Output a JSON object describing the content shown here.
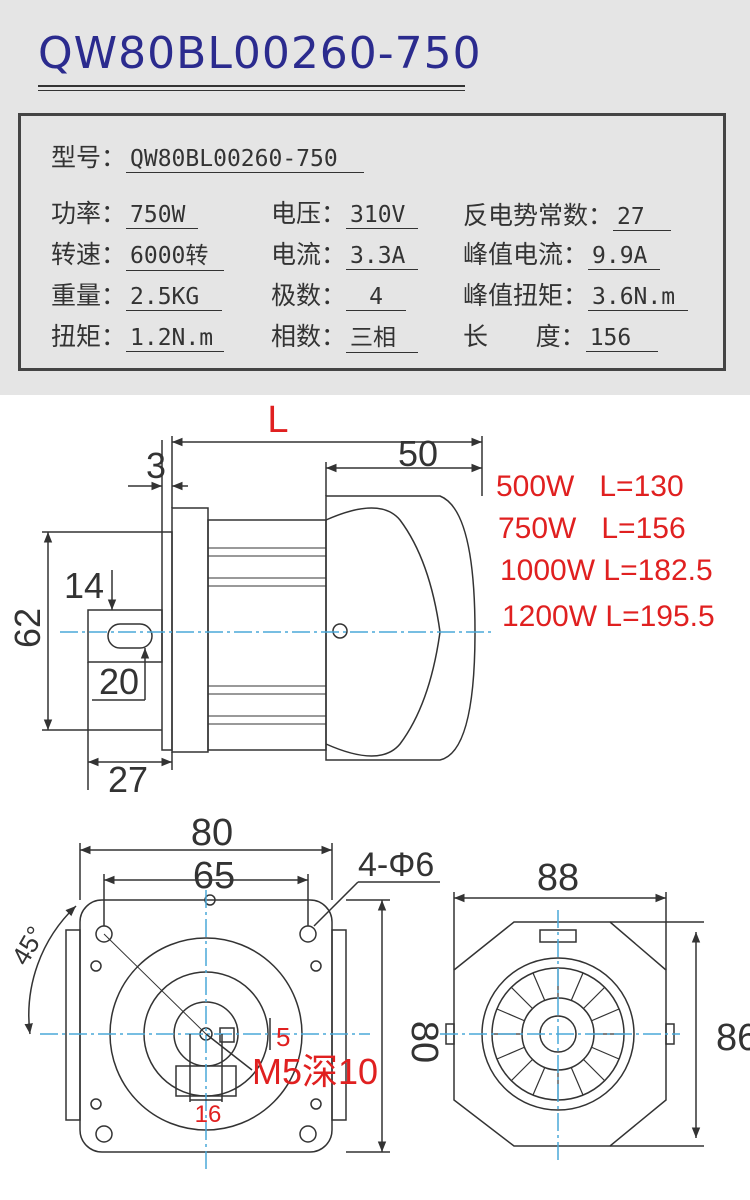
{
  "title": "QW80BL00260-750",
  "specs": {
    "model": {
      "label": "型号：",
      "value": "QW80BL00260-750"
    },
    "power": {
      "label": "功率：",
      "value": "750W"
    },
    "speed": {
      "label": "转速：",
      "value": "6000转"
    },
    "weight": {
      "label": "重量：",
      "value": "2.5KG"
    },
    "torque": {
      "label": "扭矩：",
      "value": "1.2N.m"
    },
    "voltage": {
      "label": "电压：",
      "value": "310V"
    },
    "current": {
      "label": "电流：",
      "value": "3.3A"
    },
    "poles": {
      "label": "极数：",
      "value": "4"
    },
    "phases": {
      "label": "相数：",
      "value": "三相"
    },
    "back_emf": {
      "label": "反电势常数：",
      "value": "27"
    },
    "peak_current": {
      "label": "峰值电流：",
      "value": "9.9A"
    },
    "peak_torque": {
      "label": "峰值扭矩：",
      "value": "3.6N.m"
    },
    "length": {
      "label": "长      度：",
      "value": "156"
    }
  },
  "side_view": {
    "L_label": "L",
    "dim_50": "50",
    "dim_3": "3",
    "dim_14": "14",
    "dim_62": "62",
    "dim_20": "20",
    "dim_27": "27",
    "lengths": [
      "500W   L=130",
      "750W   L=156",
      "1000W L=182.5",
      "1200W L=195.5"
    ]
  },
  "front_view": {
    "dim_80_top": "80",
    "dim_65": "65",
    "holes": "4-Φ6",
    "angle": "45°",
    "dim_5": "5",
    "thread": "M5深10",
    "dim_16": "16",
    "dim_80_side": "80"
  },
  "rear_view": {
    "dim_88": "88",
    "dim_86": "86"
  },
  "colors": {
    "title": "#2b2b8e",
    "annotation": "#e02020",
    "centerline": "#4aa8d8",
    "line": "#333333"
  }
}
